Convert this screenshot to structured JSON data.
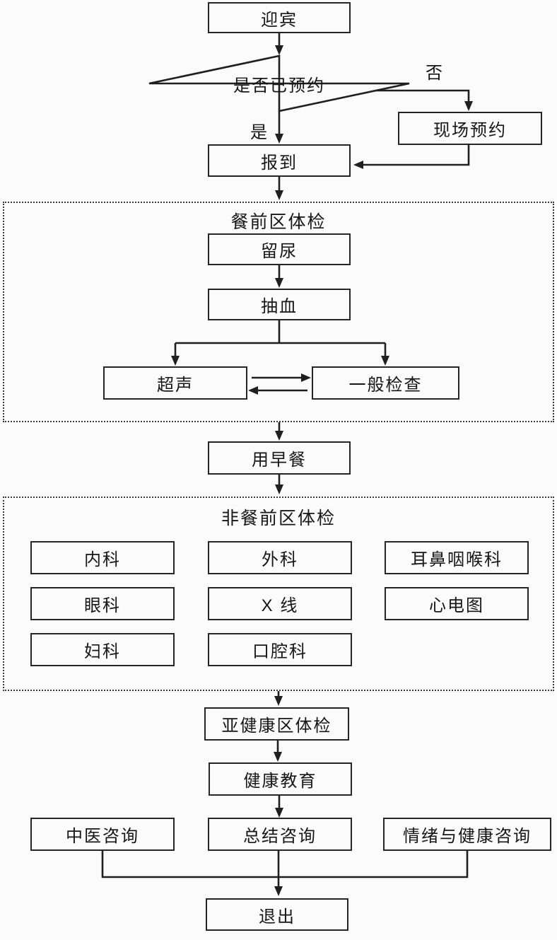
{
  "flowchart": {
    "nodes": {
      "welcome": "迎宾",
      "decision": "是否已预约",
      "no_label": "否",
      "yes_label": "是",
      "onsite_booking": "现场预约",
      "checkin": "报到",
      "urine": "留尿",
      "blood": "抽血",
      "ultrasound": "超声",
      "general_exam": "一般检查",
      "breakfast": "用早餐",
      "subhealth_exam": "亚健康区体检",
      "health_education": "健康教育",
      "tcm_consult": "中医咨询",
      "summary_consult": "总结咨询",
      "emotion_consult": "情绪与健康咨询",
      "exit": "退出"
    },
    "zones": {
      "premeal": {
        "title": "餐前区体检"
      },
      "non_premeal": {
        "title": "非餐前区体检",
        "departments": [
          "内科",
          "外科",
          "耳鼻咽喉科",
          "眼科",
          "X 线",
          "心电图",
          "妇科",
          "口腔科"
        ]
      }
    },
    "colors": {
      "line": "#1f1f1f",
      "box_border": "#262626",
      "background": "#fbfbfb",
      "text": "#161616"
    }
  }
}
